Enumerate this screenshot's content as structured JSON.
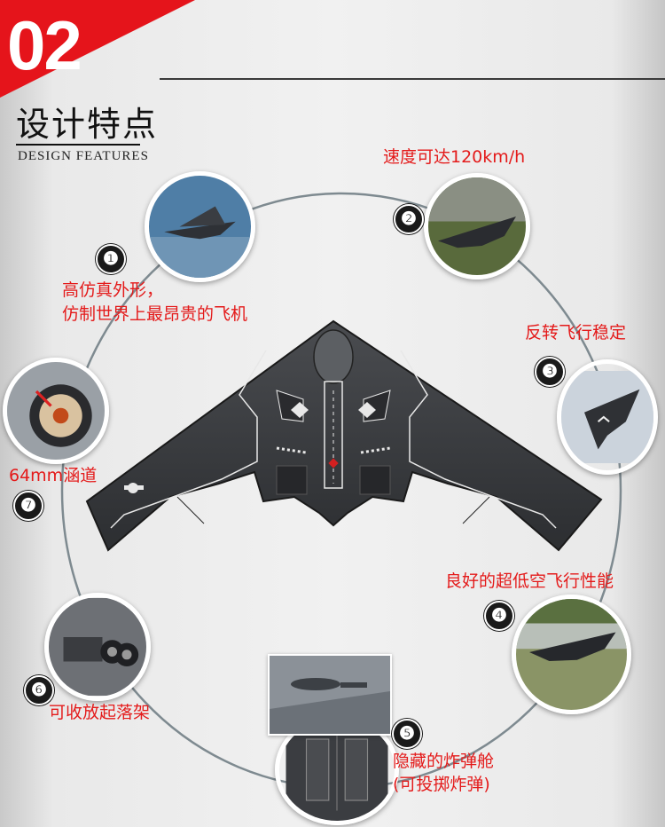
{
  "header": {
    "number": "02",
    "title": "设计特点",
    "subtitle": "DESIGN FEATURES"
  },
  "features": [
    {
      "badge": "❶",
      "lines": [
        "高仿真外形，",
        "仿制世界上最昂贵的飞机"
      ]
    },
    {
      "badge": "❷",
      "lines": [
        "速度可达120km/h"
      ]
    },
    {
      "badge": "❸",
      "lines": [
        "反转飞行稳定"
      ]
    },
    {
      "badge": "❹",
      "lines": [
        "良好的超低空飞行性能"
      ]
    },
    {
      "badge": "❺",
      "lines": [
        "隐藏的炸弹舱",
        "(可投掷炸弹)"
      ]
    },
    {
      "badge": "❻",
      "lines": [
        "可收放起落架"
      ]
    },
    {
      "badge": "❼",
      "lines": [
        "64mm涵道"
      ]
    }
  ],
  "colors": {
    "accent": "#e5141b",
    "label_red": "#e41a1a",
    "aircraft_body": "#3a3c3f",
    "aircraft_markings": "#e8e8e8"
  },
  "icons": [
    "stealth-bomber-aircraft",
    "ducted-fan-icon",
    "landing-gear-icon",
    "bomb-bay-icon"
  ]
}
